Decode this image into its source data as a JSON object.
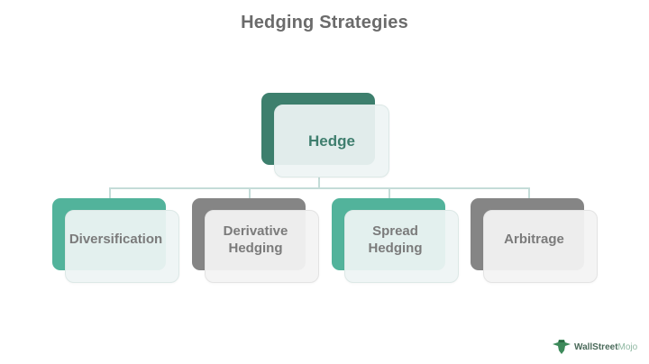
{
  "title": "Hedging Strategies",
  "colors": {
    "root_back": "#3d7f6d",
    "teal_back": "#52b39b",
    "gray_back": "#858585",
    "connector": "#c4dcd8",
    "title_text": "#6b6b6b",
    "root_text": "#3f7e6e",
    "node_text": "#7b7b7b"
  },
  "root": {
    "label": "Hedge"
  },
  "children": [
    {
      "label": "Diversification",
      "color": "teal"
    },
    {
      "label": "Derivative Hedging",
      "color": "gray"
    },
    {
      "label": "Spread Hedging",
      "color": "teal"
    },
    {
      "label": "Arbitrage",
      "color": "gray"
    }
  ],
  "logo": {
    "icon": "bull-icon",
    "name_part1": "WallStreet",
    "name_part2": "Mojo"
  }
}
